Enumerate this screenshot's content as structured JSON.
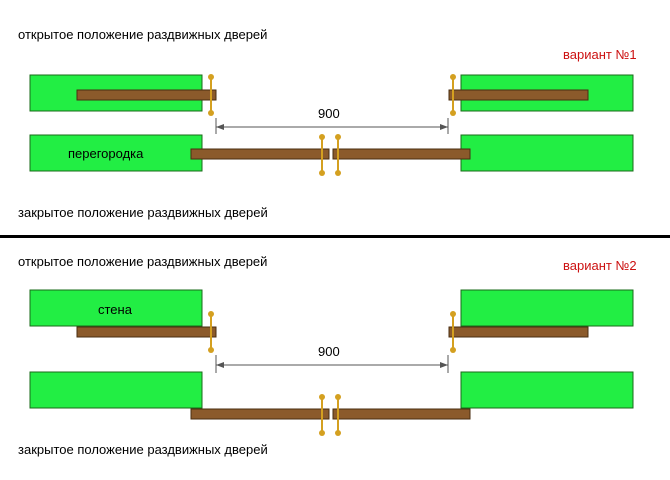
{
  "variant1": {
    "label": "вариант №1",
    "open_caption": "открытое положение раздвижных дверей",
    "closed_caption": "закрытое положение раздвижных дверей",
    "wall_label": "перегородка",
    "dimension": "900"
  },
  "variant2": {
    "label": "вариант №2",
    "open_caption": "открытое положение раздвижных дверей",
    "closed_caption": "закрытое положение раздвижных дверей",
    "wall_label": "стена",
    "dimension": "900"
  },
  "colors": {
    "wall_fill": "#22ee44",
    "wall_stroke": "#1a6b1a",
    "door_fill": "#8b5a2b",
    "door_stroke": "#4a2e10",
    "handle": "#d4a020",
    "variant_text": "#cc1111"
  }
}
